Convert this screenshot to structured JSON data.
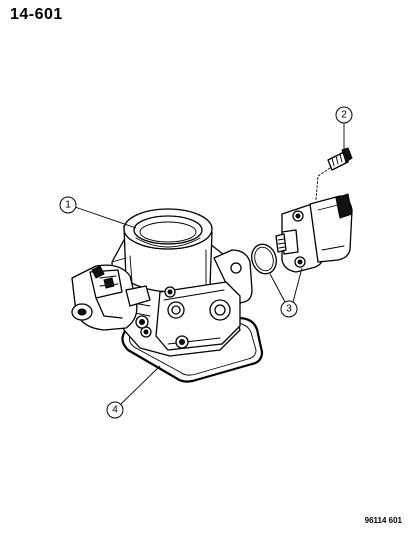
{
  "page_code": "14-601",
  "figure_code": "96114 601",
  "callouts": [
    {
      "number": "1"
    },
    {
      "number": "2"
    },
    {
      "number": "3"
    },
    {
      "number": "4"
    }
  ]
}
